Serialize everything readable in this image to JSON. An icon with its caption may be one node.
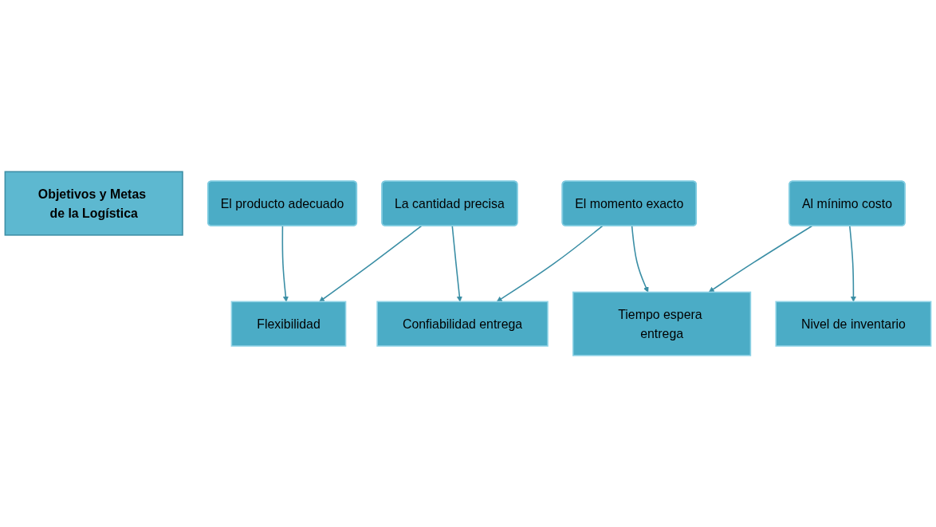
{
  "diagram": {
    "nodes": [
      {
        "text": [
          "Objetivos y Metas de la Logística"
        ]
      },
      {
        "text": [
          "El producto adecuado"
        ]
      },
      {
        "text": [
          "La cantidad precisa"
        ]
      },
      {
        "text": [
          "El momento exacto"
        ]
      },
      {
        "text": [
          "Al mínimo costo"
        ]
      },
      {
        "text": [
          "Flexibilidad"
        ]
      },
      {
        "text": [
          "Confiabilidad entrega"
        ]
      },
      {
        "text": [
          "Tiempo espera entrega"
        ]
      },
      {
        "text": [
          "Nivel de inventario"
        ]
      }
    ],
    "edges": [
      {
        "from": 1,
        "to": 5,
        "arrow": "to"
      },
      {
        "from": 2,
        "to": 5,
        "arrow": "to"
      },
      {
        "from": 2,
        "to": 6,
        "arrow": "to"
      },
      {
        "from": 3,
        "to": 6,
        "arrow": "to"
      },
      {
        "from": 3,
        "to": 7,
        "arrow": "to"
      },
      {
        "from": 4,
        "to": 7,
        "arrow": "to"
      },
      {
        "from": 4,
        "to": 8,
        "arrow": "to"
      }
    ]
  }
}
